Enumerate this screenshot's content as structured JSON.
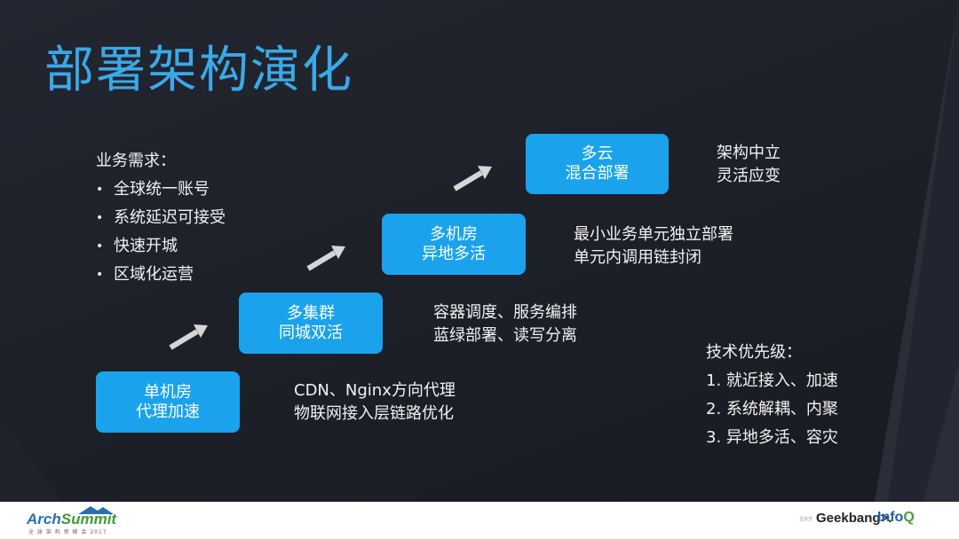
{
  "title": "部署架构演化",
  "requirements": {
    "heading": "业务需求：",
    "items": [
      "全球统一账号",
      "系统延迟可接受",
      "快速开城",
      "区域化运营"
    ]
  },
  "stages": [
    {
      "line1": "单机房",
      "line2": "代理加速",
      "note1": "CDN、Nginx方向代理",
      "note2": "物联网接入层链路优化"
    },
    {
      "line1": "多集群",
      "line2": "同城双活",
      "note1": "容器调度、服务编排",
      "note2": "蓝绿部署、读写分离"
    },
    {
      "line1": "多机房",
      "line2": "异地多活",
      "note1": "最小业务单元独立部署",
      "note2": "单元内调用链封闭"
    },
    {
      "line1": "多云",
      "line2": "混合部署",
      "note1": "架构中立",
      "note2": "灵活应变"
    }
  ],
  "priorities": {
    "heading": "技术优先级：",
    "items": [
      "1. 就近接入、加速",
      "2. 系统解耦、内聚",
      "3. 异地多活、容灾"
    ]
  },
  "footer": {
    "arch_logo_part1": "Arch",
    "arch_logo_part2": "Summit",
    "arch_logo_sub": "全 球 架 构 师 峰 会 2017",
    "geek_logo_prefix": "主办方",
    "geek_logo": "Geekbang>.",
    "infoq_logo_part1": "Info",
    "infoq_logo_part2": "Q"
  },
  "colors": {
    "title": "#3aa9e8",
    "box": "#1aa3ec",
    "text": "#f2f2f2",
    "background": "#1c1f27"
  }
}
